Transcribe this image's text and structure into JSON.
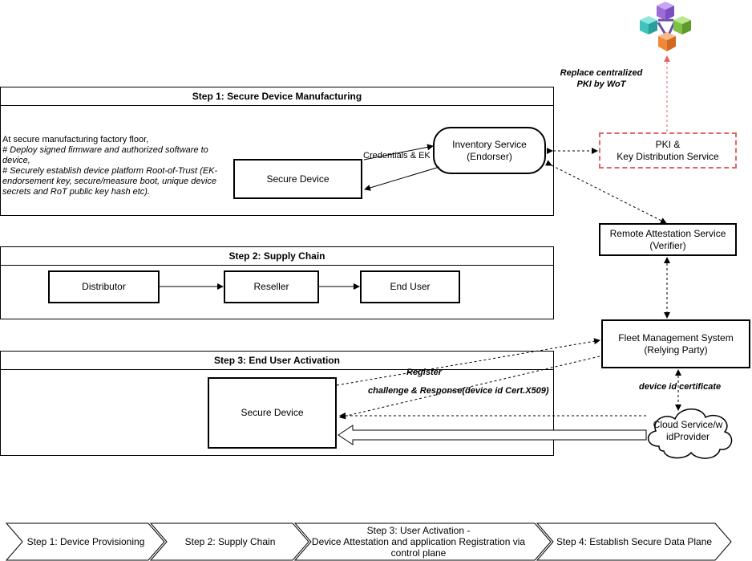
{
  "step1": {
    "title": "Step 1: Secure Device Manufacturing",
    "note_line1": "At secure manufacturing factory floor,",
    "note_line2": "#  Deploy signed firmware and authorized software to device,",
    "note_line3": "# Securely establish device platform Root-of-Trust (EK-endorsement key, secure/measure boot, unique device secrets and RoT public key hash etc).",
    "secure_device": "Secure Device",
    "inventory_line1": "Inventory Service",
    "inventory_line2": "(Endorser)",
    "edge_label": "Credentials & EK"
  },
  "step2": {
    "title": "Step 2:  Supply Chain",
    "distributor": "Distributor",
    "reseller": "Reseller",
    "end_user": "End User"
  },
  "step3": {
    "title": "Step 3:  End User Activation",
    "secure_device": "Secure Device",
    "register": "Register",
    "challenge": "challenge & Response(device id Cert.X509)"
  },
  "right": {
    "wot_line1": "Replace centralized",
    "wot_line2": "PKI by WoT",
    "pki_line1": "PKI &",
    "pki_line2": "Key Distribution Service",
    "ras_line1": "Remote Attestation Service",
    "ras_line2": "(Verifier)",
    "fleet_line1": "Fleet Management System",
    "fleet_line2": "(Relying Party)",
    "cert_label": "device id certificate",
    "cloud_line1": "Cloud Service/w",
    "cloud_line2": "idProvider"
  },
  "process": {
    "step1": "Step 1: Device Provisioning",
    "step2": "Step 2:  Supply Chain",
    "step3_line1": "Step 3: User Activation -",
    "step3_line2": "Device Attestation and application Registration via",
    "step3_line3": "control plane",
    "step4": "Step 4: Establish Secure Data Plane"
  },
  "colors": {
    "cube_purple": "#9d6bd8",
    "cube_teal": "#3ec4bd",
    "cube_green": "#7dc242",
    "cube_orange": "#f0883a",
    "dashed_red": "#e06666"
  }
}
